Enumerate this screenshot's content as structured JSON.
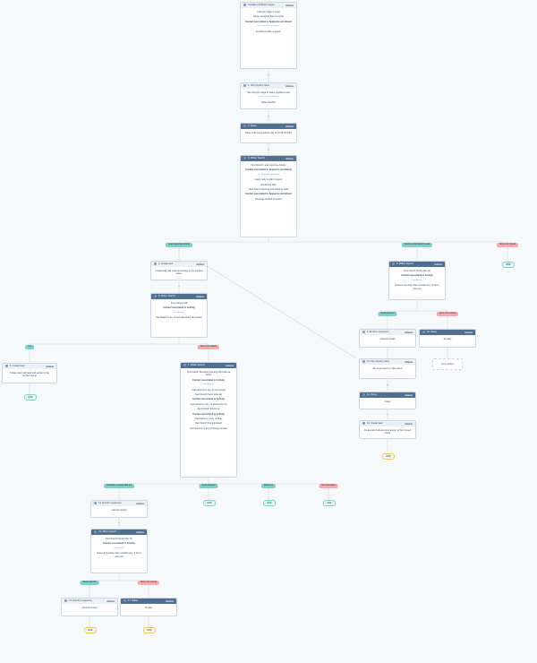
{
  "labels": {
    "actions": "Actions",
    "end": "END"
  },
  "cards": {
    "trigger": {
      "title": "Contact enrollment trigger",
      "lines": [
        "Lifecycle stage is Lead",
        "Owner assigned date is known",
        "Contact associated to Sequence enrollment",
        "has Sequence enrollment",
        "Enrollment date is known"
      ]
    },
    "set_stage": {
      "title": "1. Set property value",
      "lines": [
        "Set Lifecycle stage to Sales Qualified Lead",
        "in the Contact pipeline",
        "Sales Pipeline"
      ]
    },
    "delay1": {
      "title": "2. Delay",
      "lines": [
        "Delay until next business day at 10:00 AM EST"
      ]
    },
    "branch1": {
      "title": "3. If/then branch",
      "lines": [
        "First branch Lead response Activity",
        "Contact associated to Sequence enrollment",
        "has Sequence enrollment",
        "Latest reply is after property",
        "Enrollment date",
        "Next branch Meeting scheduled by lead",
        "Contact associated to Sequence enrollment",
        "Meetings booked is known"
      ]
    },
    "create_task_left": {
      "title": "4. Create task",
      "lines": [
        "Create task Call Lead and assign to the Contact owner"
      ]
    },
    "branch_left": {
      "title": "5. If/then branch",
      "lines": [
        "First branch Call",
        "Contact associated to Activity",
        "has Activity",
        "Call Status is any of Left Voicemail, No Answer"
      ]
    },
    "create_task_far": {
      "title": "6. Create task",
      "lines": [
        "Create task Call Lead and assign to the Contact owner"
      ]
    },
    "branch_mid": {
      "title": "7. If/then branch",
      "lines": [
        "First branch Schedule meeting with lead via Notes",
        "Contact associated to Activity",
        "has Activity",
        "Call outcome is any of Connected",
        "Next branch Send price list",
        "Contact associated to Activity",
        "Call outcome is any of Send price list",
        "Next branch Follow up",
        "Contact associated to Activity",
        "Call outcome is any of Busy",
        "Next branch Not interested",
        "Call outcome is any of Wrong number"
      ]
    },
    "branch_right": {
      "title": "8. If/then branch",
      "lines": [
        "First branch Send price list",
        "Contact associated to Activity",
        "has Activity",
        "Entered meeting notes contains any of Send price list"
      ]
    },
    "sequence_r1": {
      "title": "9. Enroll in sequence",
      "lines": [
        "1 Enroll contact"
      ]
    },
    "delay_r": {
      "title": "10. Delay",
      "lines": [
        "21 days"
      ]
    },
    "go_to_action": {
      "title": "",
      "lines": [
        "Go to action"
      ]
    },
    "set_status": {
      "title": "11. Set property value",
      "lines": [
        "Set Lead status to Open Deal"
      ]
    },
    "delay_r2": {
      "title": "12. Delay",
      "lines": [
        "3 days"
      ]
    },
    "create_task_r": {
      "title": "13. Create task",
      "lines": [
        "Create task Followup and assign to the Contact owner"
      ]
    },
    "sequence_low": {
      "title": "14. Enroll in sequence",
      "lines": [
        "1 Enroll contact"
      ]
    },
    "branch_low": {
      "title": "15. If/then branch",
      "lines": [
        "First branch Send price list",
        "Contact associated to Activity",
        "has Activity",
        "Entered meeting notes contains any of Send price list"
      ]
    },
    "sequence_low2": {
      "title": "16. Enroll in sequence",
      "lines": [
        "1 Enroll contact"
      ]
    },
    "delay_low": {
      "title": "17. Delay",
      "lines": [
        "10 days"
      ]
    }
  },
  "tags": {
    "lead_response": "Lead response Activity",
    "meeting_scheduled": "Meeting scheduled by lead",
    "none_met1": "None met criteria",
    "yes1": "Yes",
    "none_met2": "None met criteria",
    "send_price": "Send price list",
    "none_met3": "None met criteria",
    "schedule_meeting": "Schedule meeting with lea",
    "send_price2": "Send price list",
    "follow_up": "Follow up",
    "not_interested": "Not interested",
    "send_price3": "Send price list",
    "none_met4": "None met criteria"
  },
  "colors": {
    "yes_branch": "#7fd1c7",
    "no_branch": "#f8a9ad",
    "header_dark": "#516f90",
    "header_light": "#eaf0f6",
    "canvas": "#f6f8fa"
  }
}
